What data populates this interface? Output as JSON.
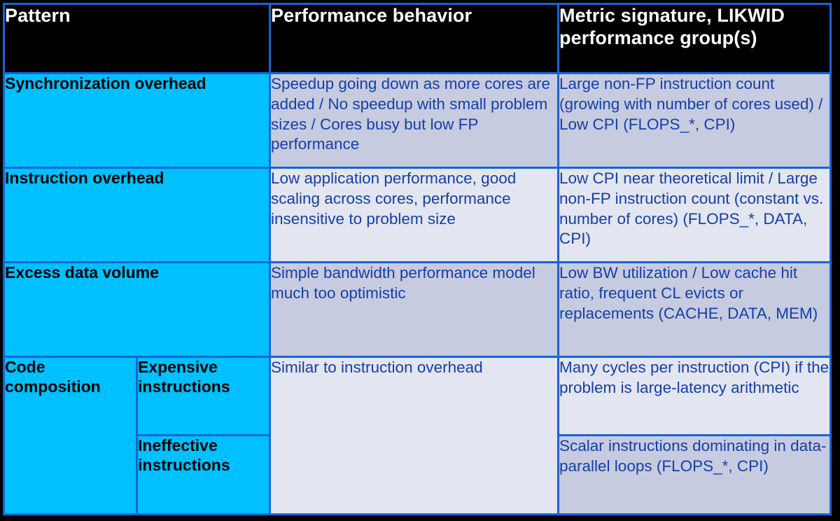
{
  "table": {
    "headers": [
      "Pattern",
      "Performance behavior",
      "Metric signature, LIKWID performance group(s)"
    ],
    "colors": {
      "header_bg": "#000000",
      "header_text": "#ffffff",
      "pattern_bg": "#00c0ff",
      "pattern_text": "#000000",
      "cell_bg_dark": "#c7cbe0",
      "cell_bg_light": "#e3e5f1",
      "cell_text": "#1540a8",
      "border": "#1565d8",
      "page_bg": "#000000"
    },
    "rows": [
      {
        "pattern": "Synchronization overhead",
        "behavior": "Speedup going down as more cores are added / No speedup with small problem sizes / Cores busy but low FP performance",
        "metric": "Large non-FP instruction count (growing with number of cores used) / Low CPI (FLOPS_*, CPI)"
      },
      {
        "pattern": "Instruction overhead",
        "behavior": "Low application performance, good scaling across cores, performance insensitive to problem size",
        "metric": "Low CPI near theoretical limit / Large non-FP instruction count (constant vs. number of cores) (FLOPS_*, DATA, CPI)"
      },
      {
        "pattern": "Excess data volume",
        "behavior": "Simple bandwidth performance model much too optimistic",
        "metric": "Low BW utilization / Low cache hit ratio, frequent CL evicts or replacements (CACHE, DATA, MEM)"
      }
    ],
    "composition_row": {
      "pattern": "Code composition",
      "behavior": "Similar to instruction overhead",
      "subrows": [
        {
          "sub_pattern": "Expensive instructions",
          "metric": "Many cycles per instruction (CPI) if the problem is large-latency arithmetic"
        },
        {
          "sub_pattern": "Ineffective instructions",
          "metric": "Scalar instructions dominating in data-parallel loops (FLOPS_*, CPI)"
        }
      ]
    }
  }
}
